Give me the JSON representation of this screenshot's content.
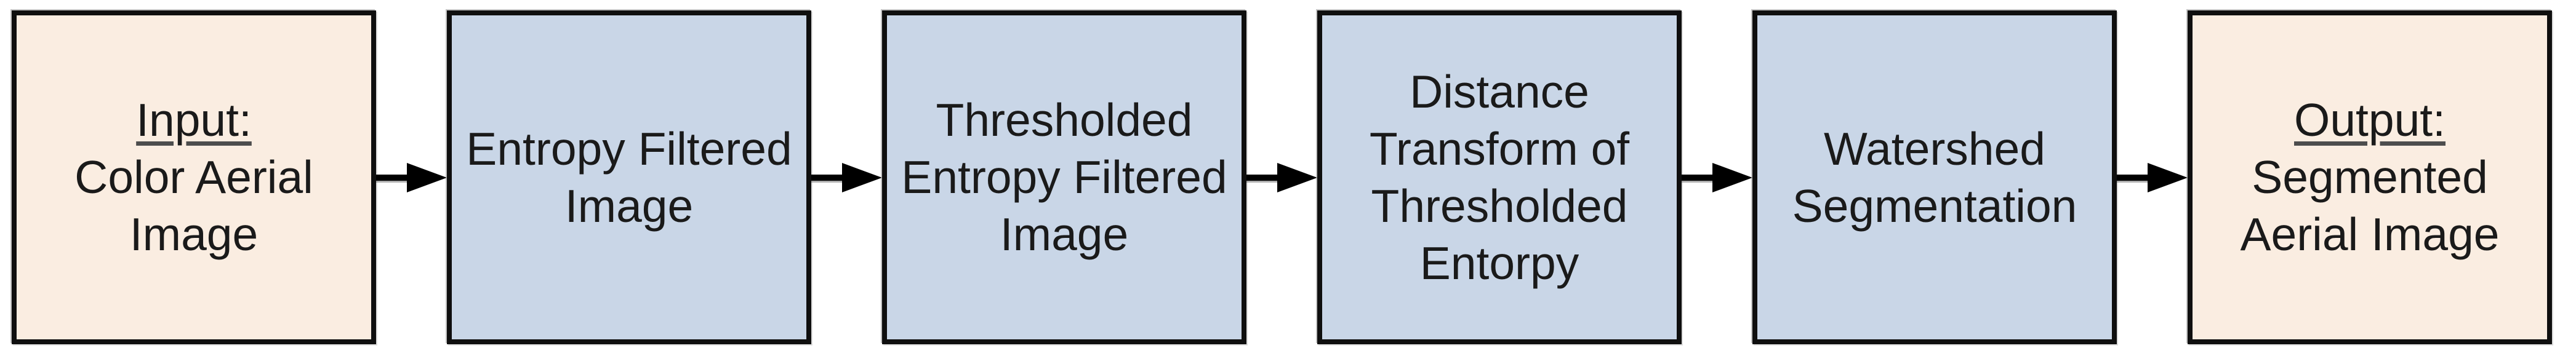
{
  "diagram": {
    "description": "Aerial image watershed segmentation pipeline flowchart",
    "colors": {
      "terminal_fill": "#faede1",
      "process_fill": "#c9d6e7",
      "border": "#0f0f0f",
      "text": "#1a1a1a",
      "underline": "#4d4d4d",
      "arrow": "#000000",
      "background": "#ffffff"
    },
    "boxes": [
      {
        "kind": "terminal",
        "fill": "#faede1",
        "title": "Input:",
        "lines": [
          "Color Aerial",
          "Image"
        ]
      },
      {
        "kind": "process",
        "fill": "#c9d6e7",
        "lines": [
          "Entropy Filtered",
          "Image"
        ]
      },
      {
        "kind": "process",
        "fill": "#c9d6e7",
        "lines": [
          "Thresholded",
          "Entropy Filtered",
          "Image"
        ]
      },
      {
        "kind": "process",
        "fill": "#c9d6e7",
        "lines": [
          "Distance",
          "Transform of",
          "Thresholded",
          "Entorpy"
        ]
      },
      {
        "kind": "process",
        "fill": "#c9d6e7",
        "lines": [
          "Watershed",
          "Segmentation"
        ]
      },
      {
        "kind": "terminal",
        "fill": "#faede1",
        "title": "Output:",
        "lines": [
          "Segmented",
          "Aerial Image"
        ]
      }
    ]
  }
}
